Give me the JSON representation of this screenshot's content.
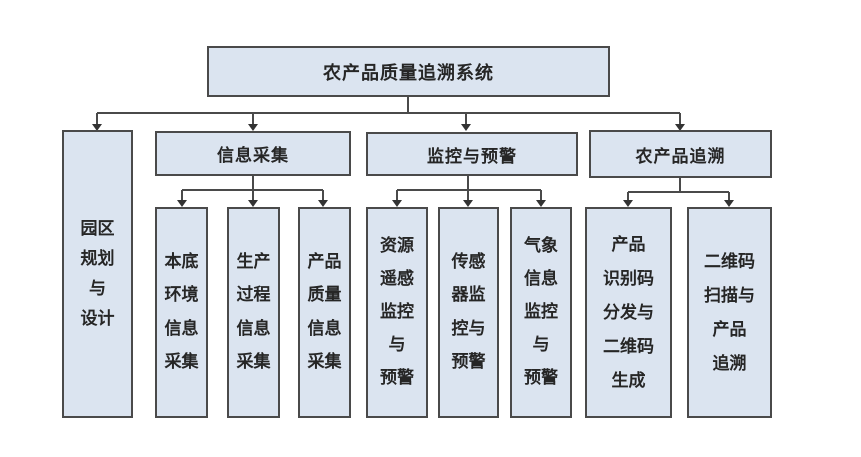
{
  "diagram": {
    "root": "农产品质量追溯系统",
    "left_branch": "园区\n规划\n与\n设计",
    "branches": [
      {
        "label": "信息采集",
        "children": [
          "本底\n环境\n信息\n采集",
          "生产\n过程\n信息\n采集",
          "产品\n质量\n信息\n采集"
        ]
      },
      {
        "label": "监控与预警",
        "children": [
          "资源\n遥感\n监控\n与\n预警",
          "传感\n器监\n控与\n预警",
          "气象\n信息\n监控\n与\n预警"
        ]
      },
      {
        "label": "农产品追溯",
        "children": [
          "产品\n识别码\n分发与\n二维码\n生成",
          "二维码\n扫描与\n产品\n追溯"
        ]
      }
    ],
    "colors": {
      "box_fill": "#dbe4f0",
      "box_border": "#4a4a4a",
      "connector": "#4a4a4a",
      "text": "#262626"
    }
  }
}
